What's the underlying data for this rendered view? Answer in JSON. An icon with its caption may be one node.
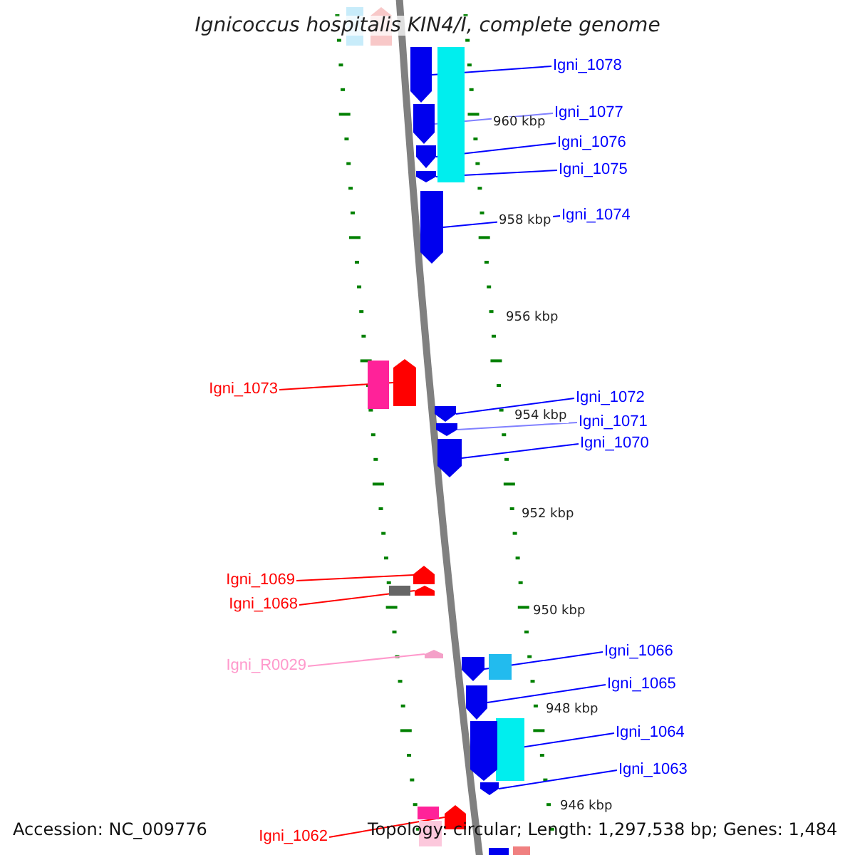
{
  "diagram": {
    "title": "Ignicoccus hospitalis KIN4/I, complete genome",
    "nodes": [
      {
        "text": [
          "Igni_1078"
        ]
      },
      {
        "text": [
          "Igni_1077"
        ]
      },
      {
        "text": [
          "Igni_1076"
        ]
      },
      {
        "text": [
          "Igni_1075"
        ]
      },
      {
        "text": [
          "Igni_1074"
        ]
      },
      {
        "text": [
          "Igni_1073"
        ]
      },
      {
        "text": [
          "Igni_1072"
        ]
      },
      {
        "text": [
          "Igni_1071"
        ]
      },
      {
        "text": [
          "Igni_1070"
        ]
      },
      {
        "text": [
          "Igni_1069"
        ]
      },
      {
        "text": [
          "Igni_1068"
        ]
      },
      {
        "text": [
          "Igni_R0029"
        ]
      },
      {
        "text": [
          "Igni_1066"
        ]
      },
      {
        "text": [
          "Igni_1065"
        ]
      },
      {
        "text": [
          "Igni_1064"
        ]
      },
      {
        "text": [
          "Igni_1063"
        ]
      },
      {
        "text": [
          "Igni_1062"
        ]
      },
      {
        "text": [],
        "shape": "box"
      },
      {
        "text": [],
        "shape": "arrow"
      },
      {
        "text": [],
        "shape": "arrow"
      },
      {
        "text": [],
        "shape": "box"
      },
      {
        "text": [],
        "shape": "arrow"
      },
      {
        "text": [],
        "shape": "arrow"
      },
      {
        "text": [],
        "shape": "arrow"
      },
      {
        "text": [],
        "shape": "arrow"
      },
      {
        "text": [],
        "shape": "box"
      },
      {
        "text": [],
        "shape": "arrow"
      },
      {
        "text": [],
        "shape": "arrow"
      },
      {
        "text": [],
        "shape": "arrow"
      },
      {
        "text": [],
        "shape": "arrow"
      },
      {
        "text": [],
        "shape": "arrow"
      },
      {
        "text": [],
        "shape": "box"
      },
      {
        "text": [],
        "shape": "arrow"
      },
      {
        "text": [],
        "shape": "arrow"
      },
      {
        "text": [],
        "shape": "arrow"
      },
      {
        "text": [],
        "shape": "box"
      },
      {
        "text": [],
        "shape": "arrow"
      },
      {
        "text": [],
        "shape": "box"
      },
      {
        "text": [],
        "shape": "arrow"
      },
      {
        "text": [],
        "shape": "arrow"
      },
      {
        "text": [],
        "shape": "box"
      },
      {
        "text": [],
        "shape": "arrow"
      },
      {
        "text": [],
        "shape": "box"
      },
      {
        "text": [],
        "shape": "box"
      },
      {
        "text": [],
        "shape": "box"
      }
    ],
    "edges": [
      {
        "from": 0,
        "to": 19,
        "arrow": "none"
      },
      {
        "from": 1,
        "to": 21,
        "arrow": "none",
        "color": "#8080ff"
      },
      {
        "from": 2,
        "to": 22,
        "arrow": "none"
      },
      {
        "from": 3,
        "to": 23,
        "arrow": "none"
      },
      {
        "from": 4,
        "to": 24,
        "arrow": "none"
      },
      {
        "from": 5,
        "to": 26,
        "arrow": "none",
        "color": "#ff0000"
      },
      {
        "from": 6,
        "to": 27,
        "arrow": "none"
      },
      {
        "from": 7,
        "to": 28,
        "arrow": "none",
        "color": "#8080ff"
      },
      {
        "from": 8,
        "to": 29,
        "arrow": "none"
      },
      {
        "from": 9,
        "to": 30,
        "arrow": "none",
        "color": "#ff0000"
      },
      {
        "from": 10,
        "to": 32,
        "arrow": "none",
        "color": "#ff0000"
      },
      {
        "from": 11,
        "to": 33,
        "arrow": "none",
        "color": "#ff99cc"
      },
      {
        "from": 12,
        "to": 34,
        "arrow": "none"
      },
      {
        "from": 13,
        "to": 36,
        "arrow": "none"
      },
      {
        "from": 14,
        "to": 38,
        "arrow": "none"
      },
      {
        "from": 15,
        "to": 39,
        "arrow": "none"
      },
      {
        "from": 16,
        "to": 41,
        "arrow": "none",
        "color": "#ff0000"
      }
    ],
    "labels": [
      "960 kbp",
      "958 kbp",
      "956 kbp",
      "954 kbp",
      "952 kbp",
      "950 kbp",
      "948 kbp",
      "946 kbp",
      "Accession: NC_009776",
      "Topology: circular; Length: 1,297,538 bp; Genes: 1,484"
    ]
  }
}
